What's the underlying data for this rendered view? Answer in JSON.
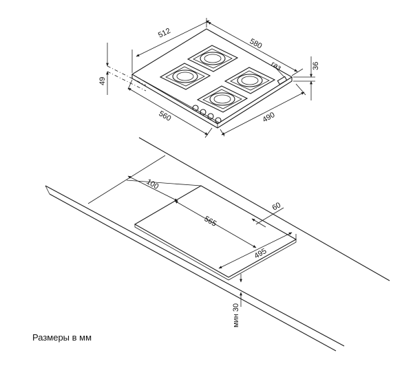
{
  "hob": {
    "width_dim": "580",
    "depth_dim": "512",
    "height_dim": "36",
    "side_height_dim": "49",
    "cutout_width_dim": "560",
    "cutout_depth_dim": "490",
    "gas_label": "газ"
  },
  "countertop": {
    "back_offset_dim": "100",
    "side_offset_dim": "60",
    "cutout_width_dim": "565",
    "cutout_depth_dim": "495",
    "thickness_dim": "мин 30"
  },
  "caption": "Размеры в мм"
}
